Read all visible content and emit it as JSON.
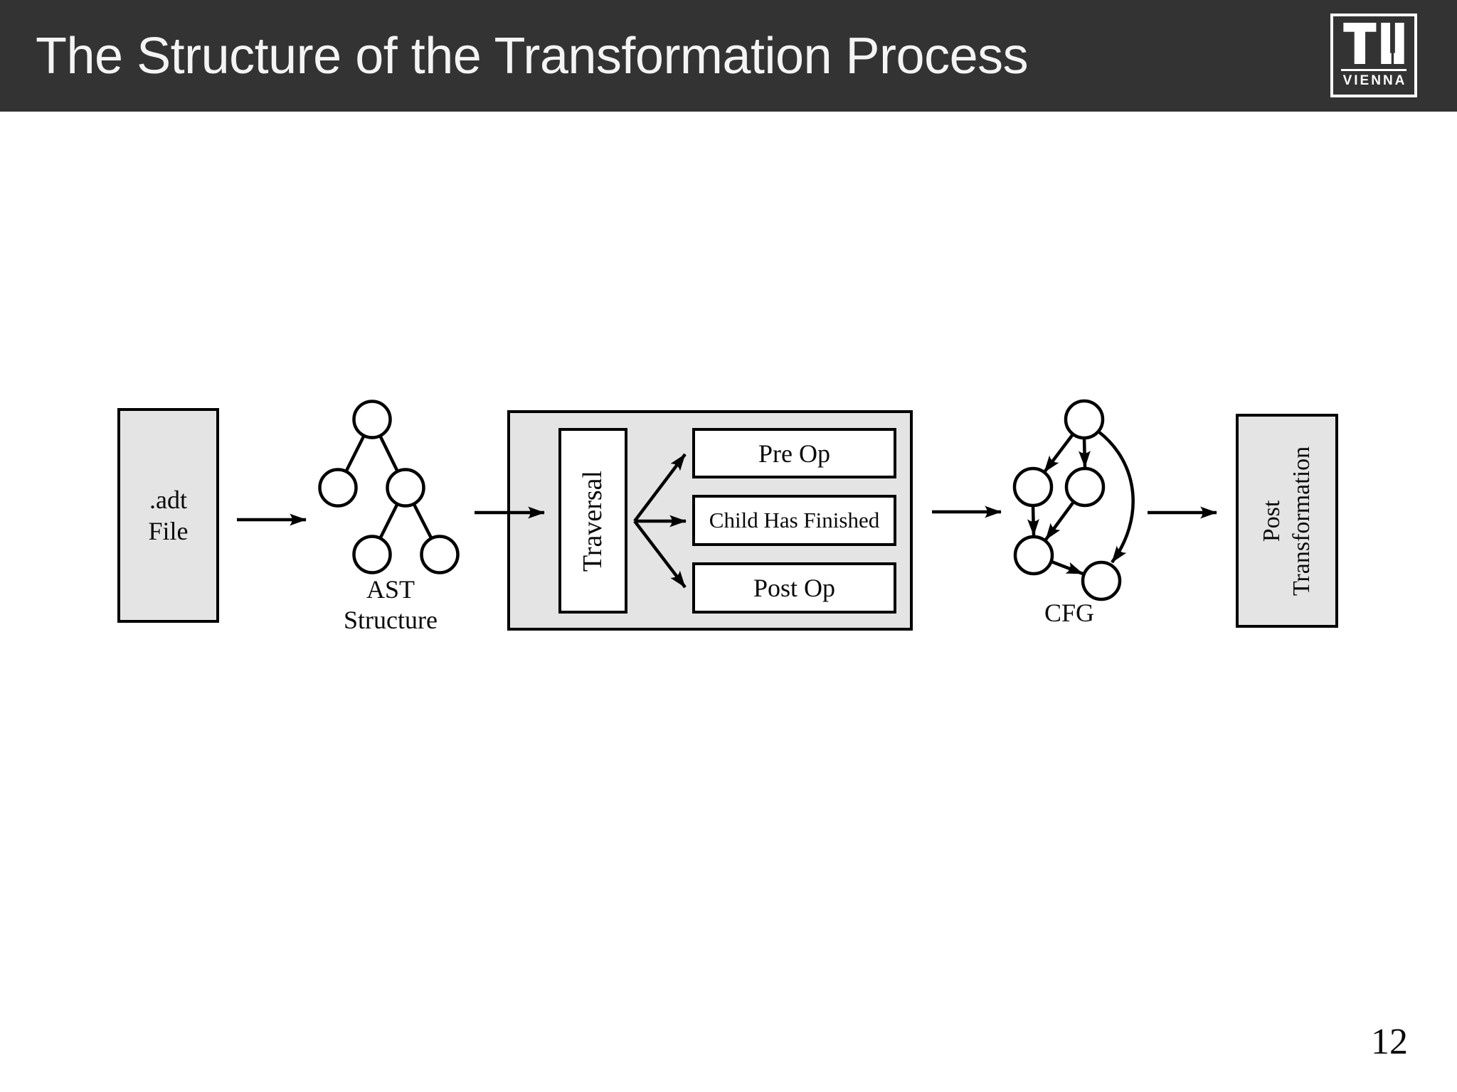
{
  "slide": {
    "title": "The Structure of the Transformation Process",
    "page_number": "12"
  },
  "logo": {
    "tu": "TU",
    "city": "VIENNA"
  },
  "diagram": {
    "adt_file_box": {
      "line1": ".adt",
      "line2": "File"
    },
    "ast_structure_label": {
      "line1": "AST",
      "line2": "Structure"
    },
    "traversal_box_label": "Traversal",
    "process_steps": [
      "Pre Op",
      "Child Has Finished",
      "Post Op"
    ],
    "cfg_label": "CFG",
    "post_transformation_box": {
      "line1": "Post",
      "line2": "Transformation"
    }
  },
  "colors": {
    "header_bg": "#333333",
    "header_text": "#f4f4f4",
    "box_fill": "#e4e4e4",
    "line_color": "#000000"
  }
}
